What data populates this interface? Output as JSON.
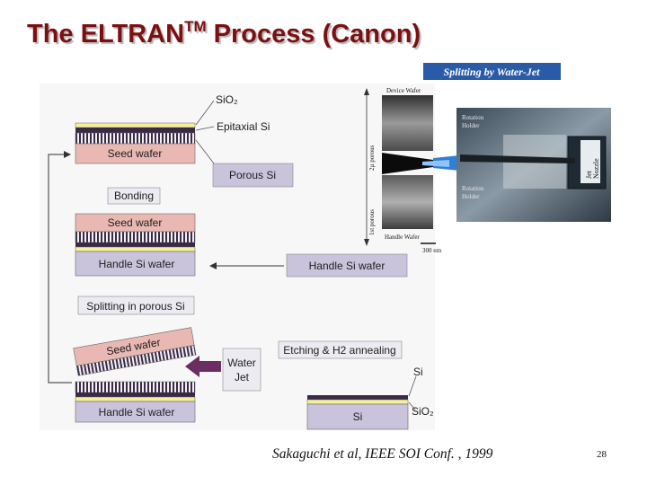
{
  "title": {
    "main": "The ELTRAN",
    "superscript": "TM",
    "rest": " Process (Canon)"
  },
  "layers": {
    "sio2": "SiO₂",
    "epitaxial_si": "Epitaxial Si",
    "porous_si": "Porous Si",
    "si": "Si",
    "sio2_bottom": "SiO₂"
  },
  "steps": {
    "bonding": "Bonding",
    "splitting": "Splitting in porous Si",
    "etching": "Etching & H2 annealing",
    "water_jet_line1": "Water",
    "water_jet_line2": "Jet"
  },
  "wafers": {
    "seed_wafer_top": "Seed wafer",
    "seed_wafer_bonded": "Seed wafer",
    "handle_si_wafer_bonded": "Handle Si wafer",
    "handle_si_wafer_new": "Handle Si wafer",
    "seed_wafer_split": "Seed wafer",
    "handle_si_wafer_final": "Handle Si wafer",
    "si_final": "Si"
  },
  "photo": {
    "header": "Splitting by Water-Jet",
    "device_wafer": "Device Wafer",
    "handle_wafer": "Handle Wafer",
    "rotation_holder_top_1": "Rotation",
    "rotation_holder_top_2": "Holder",
    "rotation_holder_bottom_1": "Rotation",
    "rotation_holder_bottom_2": "Holder",
    "jet_nozzle_1": "Jet",
    "jet_nozzle_2": "Nozzle",
    "dim_top": "2µ porous",
    "dim_bottom": "1st porous",
    "scale_bar": "300 nm"
  },
  "citation": "Sakaguchi et al,  IEEE SOI Conf. , 1999",
  "page_number": "28",
  "colors": {
    "title": "#7a1012",
    "wafer_pink": "#e9b8b3",
    "wafer_lavender": "#c9c3dc",
    "stripe_dark": "#3a2a48",
    "sio2_yellow": "#f4ef9a",
    "arrow_purple": "#6b2e63",
    "photo_header": "#2a5ba8"
  }
}
